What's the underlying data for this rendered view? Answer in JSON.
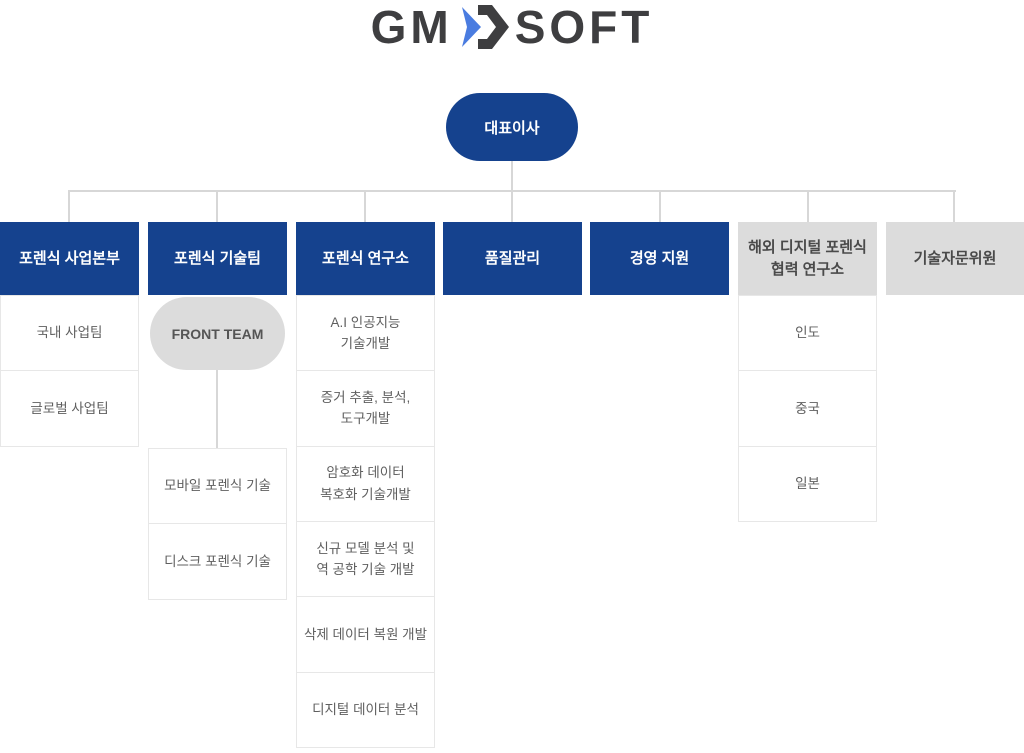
{
  "logo": {
    "text_left": "GM",
    "text_right": "SOFT",
    "mark_icon": "d-arrow-icon",
    "text_color": "#3e3e40",
    "arrow_color": "#4a7ce0"
  },
  "colors": {
    "primary_blue": "#15428E",
    "box_gray": "#dcdcdc",
    "connector_gray": "#d7d7d7",
    "cell_border": "#e7e7e7",
    "cell_text": "#5f5f5f"
  },
  "ceo": {
    "label": "대표이사"
  },
  "columns": [
    {
      "header": "포렌식 사업본부",
      "style": "blue",
      "children": [
        {
          "label": "국내 사업팀"
        },
        {
          "label": "글로벌 사업팀"
        }
      ]
    },
    {
      "header": "포렌식 기술팀",
      "style": "blue",
      "sub_team": {
        "label": "FRONT TEAM"
      },
      "children": [
        {
          "label": "모바일 포렌식 기술"
        },
        {
          "label": "디스크 포렌식 기술"
        }
      ]
    },
    {
      "header": "포렌식 연구소",
      "style": "blue",
      "children": [
        {
          "label": "A.I 인공지능\n기술개발"
        },
        {
          "label": "증거 추출, 분석,\n도구개발"
        },
        {
          "label": "암호화 데이터\n복호화 기술개발"
        },
        {
          "label": "신규 모델 분석 및\n역 공학 기술 개발"
        },
        {
          "label": "삭제 데이터 복원 개발"
        },
        {
          "label": "디지털 데이터 분석"
        }
      ]
    },
    {
      "header": "품질관리",
      "style": "blue",
      "children": []
    },
    {
      "header": "경영 지원",
      "style": "blue",
      "children": []
    },
    {
      "header": "해외 디지털 포렌식\n협력 연구소",
      "style": "gray",
      "children": [
        {
          "label": "인도"
        },
        {
          "label": "중국"
        },
        {
          "label": "일본"
        }
      ]
    },
    {
      "header": "기술자문위원",
      "style": "gray",
      "children": []
    }
  ]
}
